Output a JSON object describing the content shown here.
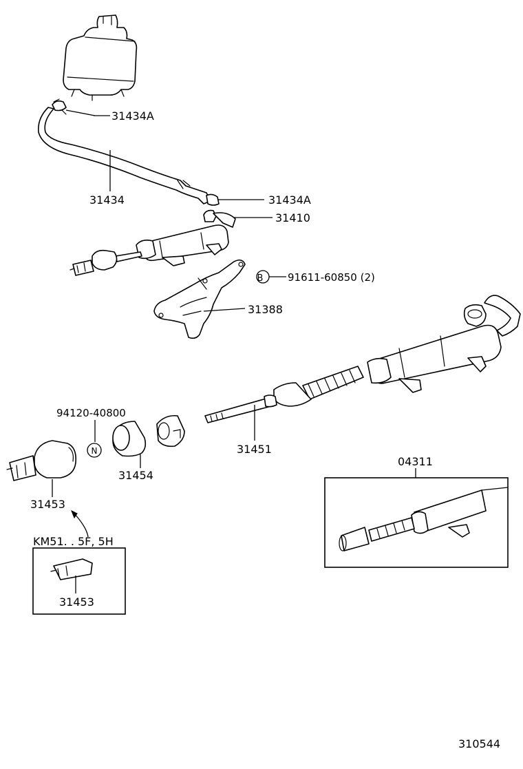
{
  "labels": {
    "p31434A_top": "31434A",
    "p31434": "31434",
    "p31434A_mid": "31434A",
    "p31410": "31410",
    "bolt_symbol": "B",
    "bolt_part": "91611-60850 (2)",
    "p31388": "31388",
    "p94120": "94120-40800",
    "nut_symbol": "N",
    "p31454": "31454",
    "p31451": "31451",
    "p31453": "31453",
    "inset_model": "KM51. . 5F, 5H",
    "inset_part": "31453",
    "p04311": "04311",
    "diagram_code": "310544"
  }
}
